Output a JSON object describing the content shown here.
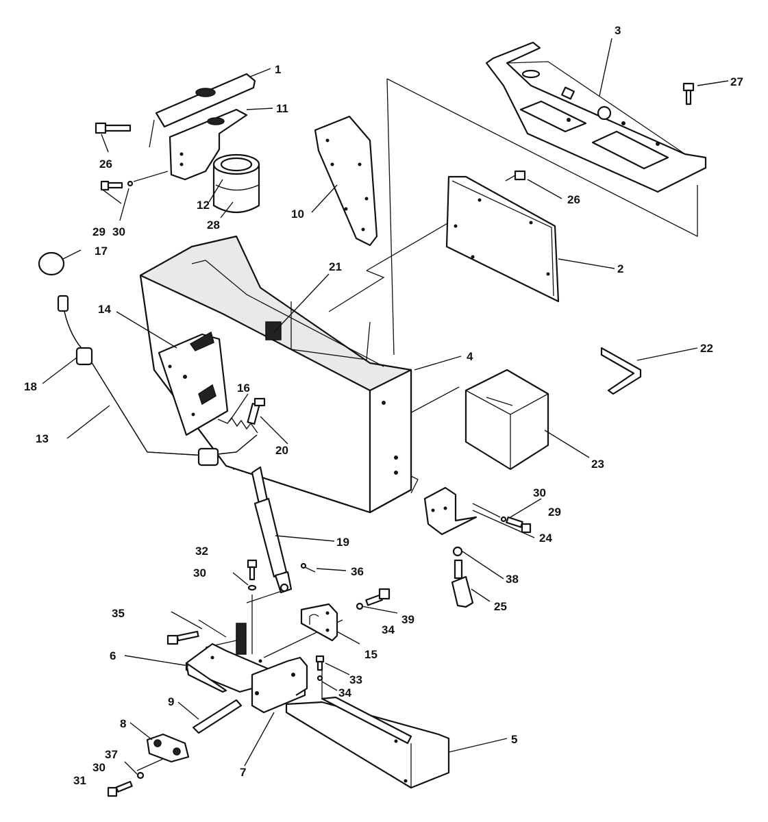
{
  "callouts": [
    {
      "id": "c1",
      "label": "1"
    },
    {
      "id": "c2",
      "label": "2"
    },
    {
      "id": "c3",
      "label": "3"
    },
    {
      "id": "c4",
      "label": "4"
    },
    {
      "id": "c5",
      "label": "5"
    },
    {
      "id": "c6",
      "label": "6"
    },
    {
      "id": "c7",
      "label": "7"
    },
    {
      "id": "c8",
      "label": "8"
    },
    {
      "id": "c9",
      "label": "9"
    },
    {
      "id": "c10",
      "label": "10"
    },
    {
      "id": "c11",
      "label": "11"
    },
    {
      "id": "c12",
      "label": "12"
    },
    {
      "id": "c13",
      "label": "13"
    },
    {
      "id": "c14",
      "label": "14"
    },
    {
      "id": "c15",
      "label": "15"
    },
    {
      "id": "c16",
      "label": "16"
    },
    {
      "id": "c17",
      "label": "17"
    },
    {
      "id": "c18",
      "label": "18"
    },
    {
      "id": "c19",
      "label": "19"
    },
    {
      "id": "c20",
      "label": "20"
    },
    {
      "id": "c21",
      "label": "21"
    },
    {
      "id": "c22",
      "label": "22"
    },
    {
      "id": "c23",
      "label": "23"
    },
    {
      "id": "c24",
      "label": "24"
    },
    {
      "id": "c25",
      "label": "25"
    },
    {
      "id": "c26a",
      "label": "26"
    },
    {
      "id": "c26b",
      "label": "26"
    },
    {
      "id": "c27",
      "label": "27"
    },
    {
      "id": "c28",
      "label": "28"
    },
    {
      "id": "c29a",
      "label": "29"
    },
    {
      "id": "c30a",
      "label": "30"
    },
    {
      "id": "c29b",
      "label": "29"
    },
    {
      "id": "c30b",
      "label": "30"
    },
    {
      "id": "c30c",
      "label": "30"
    },
    {
      "id": "c30d",
      "label": "30"
    },
    {
      "id": "c31",
      "label": "31"
    },
    {
      "id": "c32",
      "label": "32"
    },
    {
      "id": "c33",
      "label": "33"
    },
    {
      "id": "c34a",
      "label": "34"
    },
    {
      "id": "c34b",
      "label": "34"
    },
    {
      "id": "c35",
      "label": "35"
    },
    {
      "id": "c36",
      "label": "36"
    },
    {
      "id": "c37",
      "label": "37"
    },
    {
      "id": "c38",
      "label": "38"
    },
    {
      "id": "c39",
      "label": "39"
    }
  ]
}
